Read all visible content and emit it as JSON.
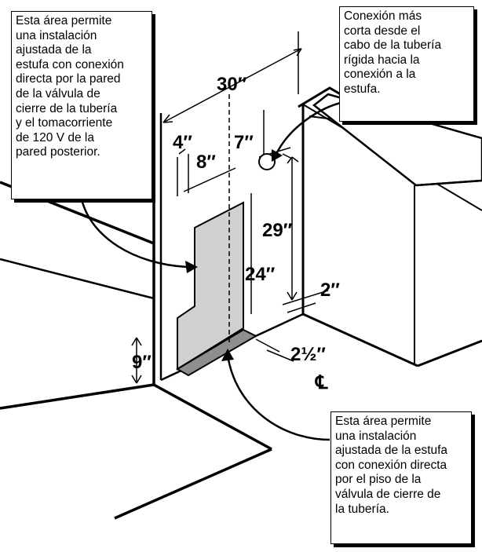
{
  "callouts": {
    "wall": "Esta área permite\nuna instalación\najustada de la\nestufa con conexión\ndirecta por la pared\nde la válvula de\ncierre de la tubería\ny el tomacorriente\nde 120 V de la\npared posterior.",
    "pipe": "Conexión más\ncorta desde el\ncabo de la tubería\nrígida hacia la\nconexión a la\nestufa.",
    "floor": "Esta área permite\nuna instalación\najustada de la estufa\ncon conexión directa\npor el piso de la\nválvula de cierre de\nla tubería."
  },
  "dimensions": {
    "width_30": "30″",
    "offset_4": "4″",
    "offset_7": "7″",
    "width_8": "8″",
    "height_29": "29″",
    "height_24": "24″",
    "depth_2": "2″",
    "depth_2_5": "2½″",
    "height_9": "9″"
  },
  "centerline_symbol": "℄",
  "colors": {
    "line": "#000000",
    "wall_area": "#d0d0d0",
    "floor_area": "#8e8e8e"
  }
}
